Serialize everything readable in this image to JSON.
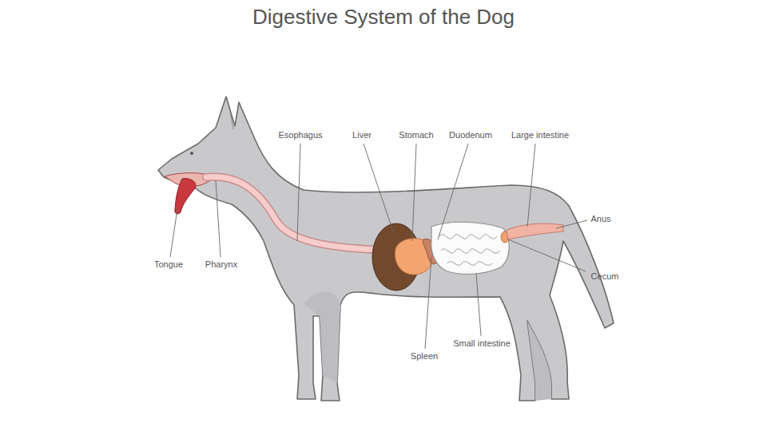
{
  "diagram": {
    "title": "Digestive System of the Dog",
    "labels": [
      "Esophagus",
      "Liver",
      "Stomach",
      "Duodenum",
      "Large intestine",
      "Anus",
      "Tongue",
      "Pharynx",
      "Cecum",
      "Small intestine",
      "Spleen"
    ]
  }
}
